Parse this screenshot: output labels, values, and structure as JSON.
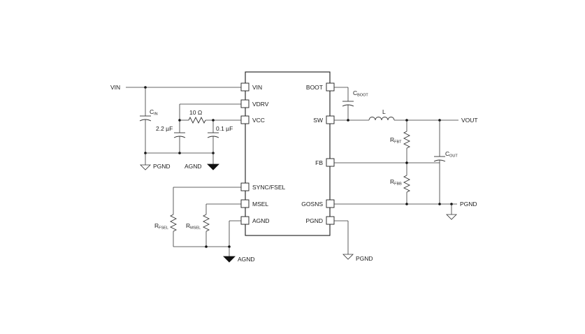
{
  "ic": {
    "pins_left": [
      "VIN",
      "VDRV",
      "VCC",
      "SYNC/FSEL",
      "MSEL",
      "AGND"
    ],
    "pins_right": [
      "BOOT",
      "SW",
      "FB",
      "GOSNS",
      "PGND"
    ]
  },
  "nets": {
    "vin": "VIN",
    "vout": "VOUT",
    "pgnd": "PGND",
    "agnd": "AGND"
  },
  "components": {
    "cin": {
      "main": "C",
      "sub": "IN"
    },
    "r10": {
      "value": "10 Ω"
    },
    "c22": {
      "value": "2.2 µF"
    },
    "c01": {
      "value": "0.1 µF"
    },
    "cboot": {
      "main": "C",
      "sub": "BOOT"
    },
    "inductor": {
      "label": "L"
    },
    "rfbt": {
      "main": "R",
      "sub": "FBT"
    },
    "rfbb": {
      "main": "R",
      "sub": "FBB"
    },
    "cout": {
      "main": "C",
      "sub": "OUT"
    },
    "rfsel": {
      "main": "R",
      "sub": "FSEL"
    },
    "rmsel": {
      "main": "R",
      "sub": "MSEL"
    }
  },
  "grounds": {
    "left_pgnd": "PGND",
    "left_agnd": "AGND",
    "bottom_agnd": "AGND",
    "bottom_pgnd": "PGND",
    "right_pgnd": "PGND"
  }
}
